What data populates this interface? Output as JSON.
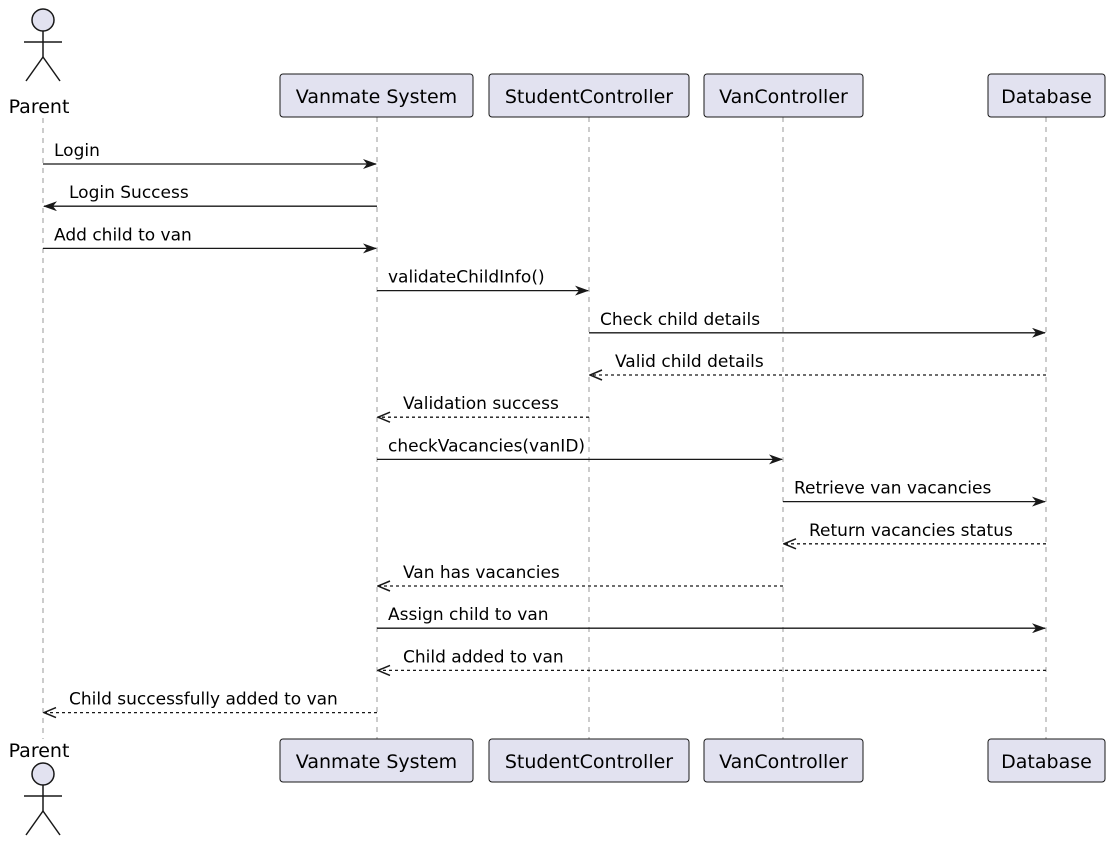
{
  "participants": [
    {
      "id": "parent",
      "label": "Parent",
      "kind": "actor"
    },
    {
      "id": "vanmate",
      "label": "Vanmate System",
      "kind": "box"
    },
    {
      "id": "student",
      "label": "StudentController",
      "kind": "box"
    },
    {
      "id": "van",
      "label": "VanController",
      "kind": "box"
    },
    {
      "id": "db",
      "label": "Database",
      "kind": "box"
    }
  ],
  "messages": [
    {
      "from": "parent",
      "to": "vanmate",
      "label": "Login",
      "style": "solid"
    },
    {
      "from": "vanmate",
      "to": "parent",
      "label": "Login Success",
      "style": "solid"
    },
    {
      "from": "parent",
      "to": "vanmate",
      "label": "Add child to van",
      "style": "solid"
    },
    {
      "from": "vanmate",
      "to": "student",
      "label": "validateChildInfo()",
      "style": "solid"
    },
    {
      "from": "student",
      "to": "db",
      "label": "Check child details",
      "style": "solid"
    },
    {
      "from": "db",
      "to": "student",
      "label": "Valid child details",
      "style": "dashed"
    },
    {
      "from": "student",
      "to": "vanmate",
      "label": "Validation success",
      "style": "dashed"
    },
    {
      "from": "vanmate",
      "to": "van",
      "label": "checkVacancies(vanID)",
      "style": "solid"
    },
    {
      "from": "van",
      "to": "db",
      "label": "Retrieve van vacancies",
      "style": "solid"
    },
    {
      "from": "db",
      "to": "van",
      "label": "Return vacancies status",
      "style": "dashed"
    },
    {
      "from": "van",
      "to": "vanmate",
      "label": "Van has vacancies",
      "style": "dashed"
    },
    {
      "from": "vanmate",
      "to": "db",
      "label": "Assign child to van",
      "style": "solid"
    },
    {
      "from": "db",
      "to": "vanmate",
      "label": "Child added to van",
      "style": "dashed"
    },
    {
      "from": "vanmate",
      "to": "parent",
      "label": "Child successfully added to van",
      "style": "dashed"
    }
  ],
  "colors": {
    "box_fill": "#E2E2F0",
    "box_stroke": "#181818",
    "lifeline": "#999999",
    "arrow": "#181818"
  }
}
